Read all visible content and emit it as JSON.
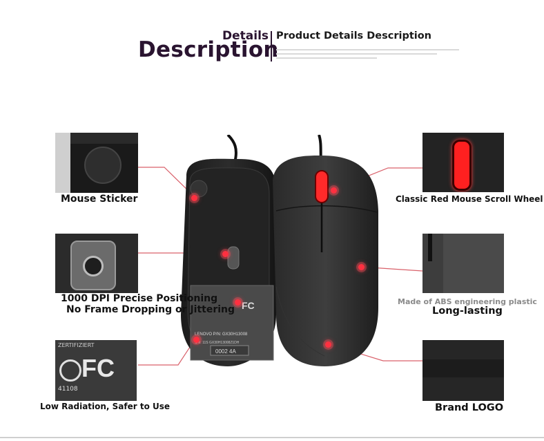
{
  "header": {
    "small_title": "Details",
    "big_title": "Description",
    "subtitle": "Product Details Description"
  },
  "features": {
    "mouse_sticker": "Mouse Sticker",
    "dpi_line1": "1000 DPI Precise Positioning",
    "dpi_line2": "No Frame Dropping or Jittering",
    "low_radiation": "Low Radiation, Safer to Use",
    "scroll_wheel": "Classic Red Mouse Scroll Wheel",
    "abs_note": "Made of ABS engineering plastic",
    "long_lasting": "Long-lasting",
    "brand_logo": "Brand LOGO"
  },
  "sticker_text": {
    "brand": "LENOVO P/N: GX30H13008",
    "serial": "S/N: 11S GX30H13008Z1DH",
    "code": "0002 4A",
    "fc": "FC",
    "cert": "ZERTIFIZIERT",
    "num": "41108"
  },
  "colors": {
    "accent_red": "#ff2a2a",
    "connector": "#d9606a",
    "title": "#2a1430"
  }
}
